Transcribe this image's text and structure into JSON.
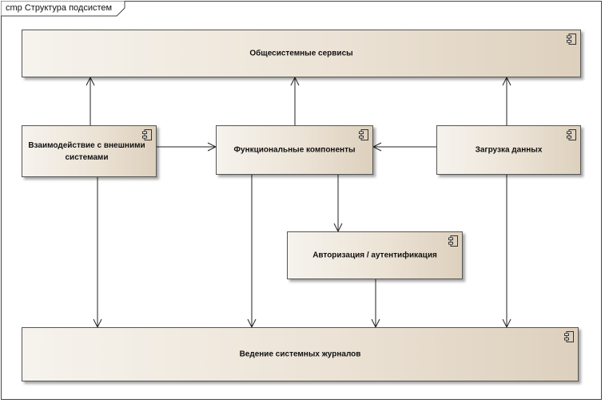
{
  "diagram": {
    "frame_title": "cmp Структура подсистем",
    "components": {
      "common_services": "Общесистемные сервисы",
      "external_interaction": "Взаимодействие с внешними системами",
      "functional_components": "Функциональные компоненты",
      "data_loading": "Загрузка данных",
      "authorization": "Авторизация / аутентификация",
      "system_logs": "Ведение системных журналов"
    },
    "stereotype_icon": "component-icon"
  }
}
